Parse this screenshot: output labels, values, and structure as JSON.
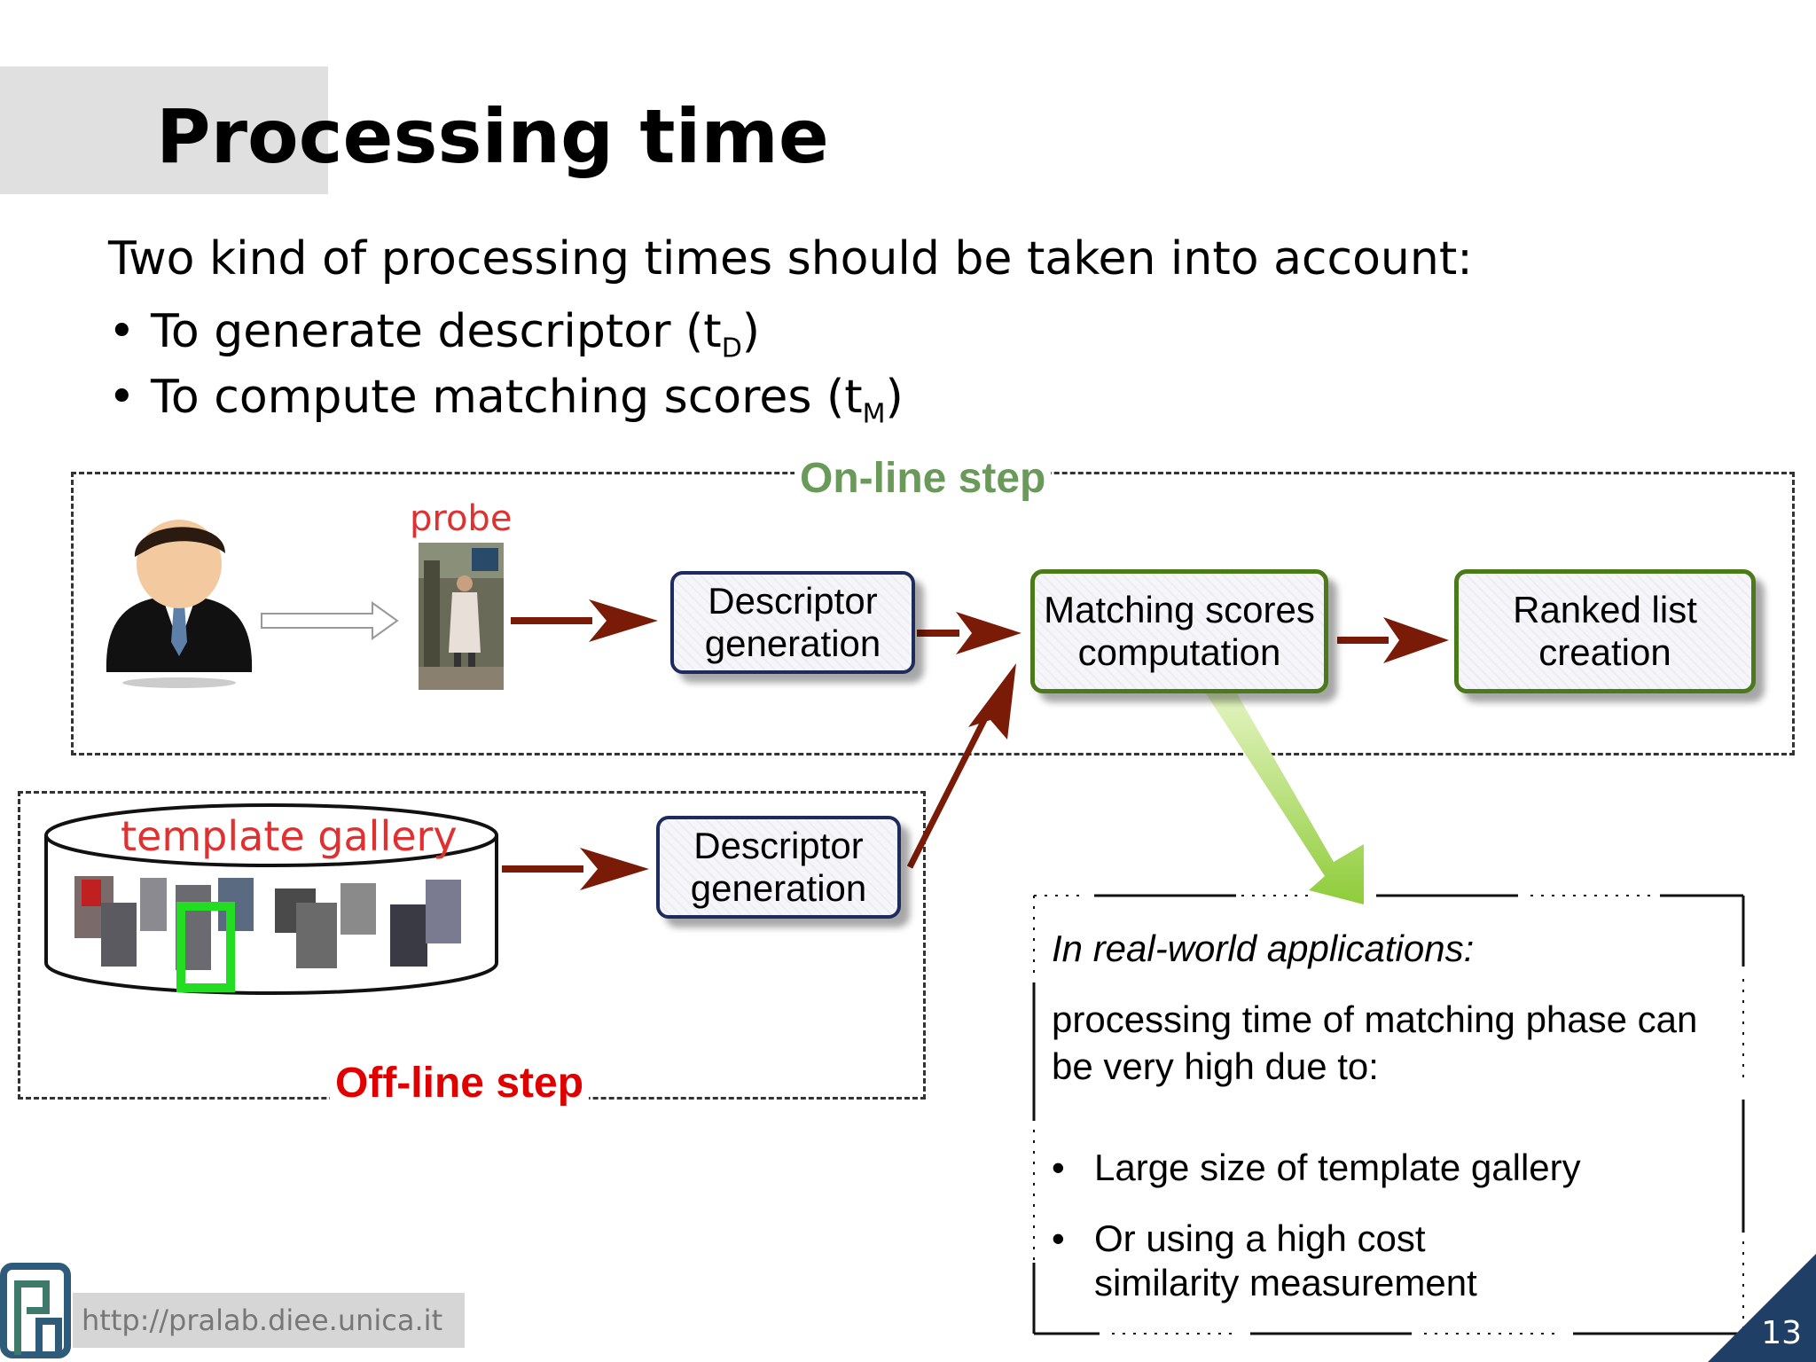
{
  "slide": {
    "title": "Processing time",
    "intro": "Two kind of processing times should be taken into account:",
    "bullets": [
      {
        "text": "To generate descriptor (t",
        "sub": "D",
        "close": ")"
      },
      {
        "text": "To compute matching scores (t",
        "sub": "M",
        "close": ")"
      }
    ]
  },
  "diagram": {
    "online_label": "On-line step",
    "offline_label": "Off-line step",
    "probe_label": "probe",
    "gallery_label": "template gallery",
    "nodes": {
      "descriptor_online": "Descriptor generation",
      "descriptor_offline": "Descriptor generation",
      "matching": "Matching scores computation",
      "ranked": "Ranked list creation"
    }
  },
  "note": {
    "heading": "In real-world applications:",
    "body": "processing time of matching phase can be very high due to:",
    "items": [
      "Large size of template gallery",
      "Or using a high cost similarity measurement"
    ]
  },
  "footer": {
    "url": "http://pralab.diee.unica.it",
    "page_number": "13"
  },
  "colors": {
    "arrow": "#7a1b08",
    "green_border": "#4a7a1a",
    "blue_border": "#1d2b5e",
    "online_label": "#6a9a5a",
    "offline_label": "#e00000",
    "corner": "#1f3f66"
  }
}
